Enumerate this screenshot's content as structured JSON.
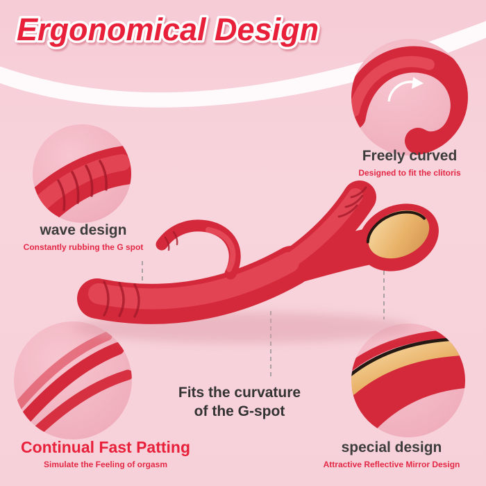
{
  "page": {
    "title": "Ergonomical Design",
    "background_color": "#f7d1d9",
    "accent_red": "#e8203a",
    "product_red": "#d4293a",
    "mirror_gold": "#e9b36a",
    "callout_circle_color": "#f1aebc"
  },
  "center_caption": {
    "line1": "Fits the curvature",
    "line2": "of the G-spot"
  },
  "callouts": {
    "wave_design": {
      "label": "wave design",
      "sublabel": "Constantly rubbing the G spot"
    },
    "freely_curved": {
      "label": "Freely curved",
      "sublabel": "Designed to fit the clitoris"
    },
    "fast_patting": {
      "label": "Continual Fast Patting",
      "sublabel": "Simulate the Feeling of orgasm"
    },
    "special_design": {
      "label": "special design",
      "sublabel": "Attractive Reflective Mirror Design"
    }
  }
}
